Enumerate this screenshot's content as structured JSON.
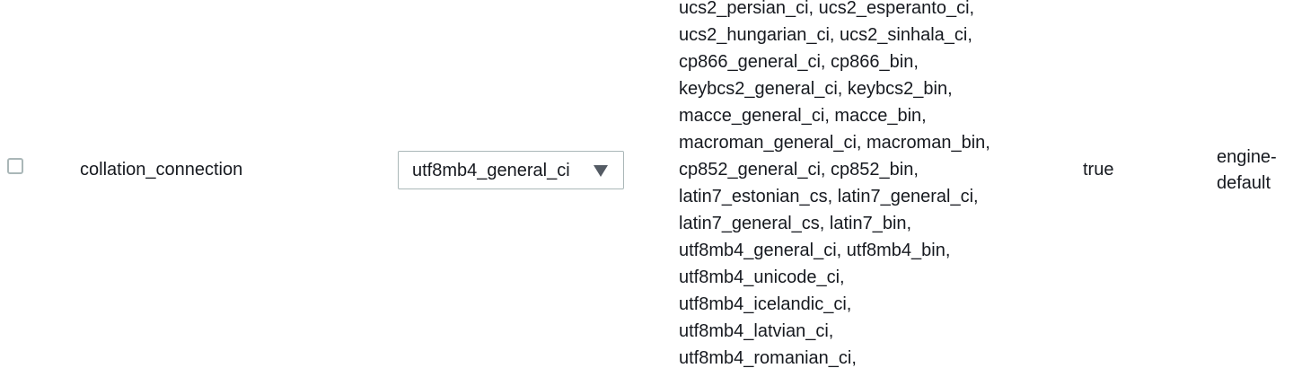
{
  "row": {
    "parameter_name": "collation_connection",
    "selected_value": "utf8mb4_general_ci",
    "allowed_values_lines": [
      "ucs2_persian_ci, ucs2_esperanto_ci,",
      "ucs2_hungarian_ci, ucs2_sinhala_ci,",
      "cp866_general_ci, cp866_bin,",
      "keybcs2_general_ci, keybcs2_bin,",
      "macce_general_ci, macce_bin,",
      "macroman_general_ci, macroman_bin,",
      "cp852_general_ci, cp852_bin,",
      "latin7_estonian_cs, latin7_general_ci,",
      "latin7_general_cs, latin7_bin,",
      "utf8mb4_general_ci, utf8mb4_bin,",
      "utf8mb4_unicode_ci,",
      "utf8mb4_icelandic_ci,",
      "utf8mb4_latvian_ci,",
      "utf8mb4_romanian_ci,"
    ],
    "is_modifiable": "true",
    "source_line1": "engine-",
    "source_line2": "default"
  },
  "icons": {
    "select_caret": "caret-down-icon"
  },
  "colors": {
    "text": "#16191f",
    "border": "#aab7b8",
    "caret": "#545b64"
  }
}
